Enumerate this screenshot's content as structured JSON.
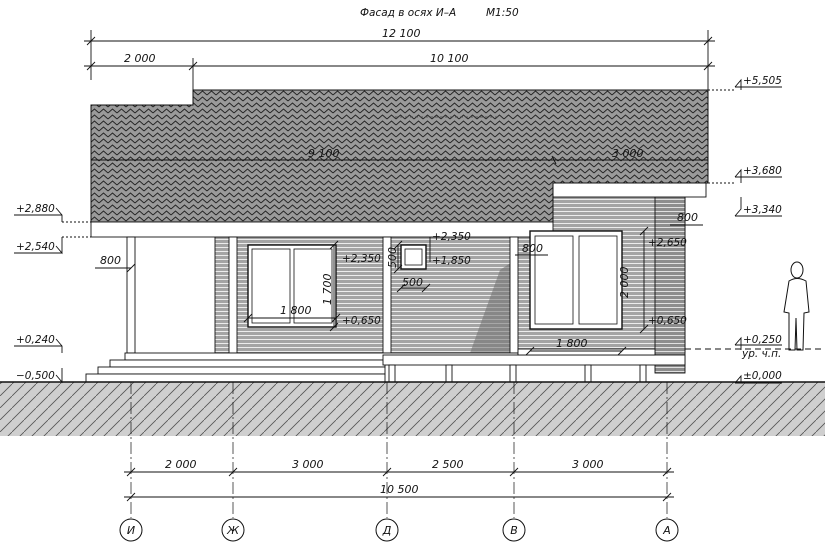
{
  "title": "Фасад в осях И–А",
  "scale": "М1:50",
  "top_dims": {
    "overall": "12 100",
    "left": "2 000",
    "right": "10 100"
  },
  "roof_dims": {
    "main": "9 100",
    "right": "3 000"
  },
  "right_levels": {
    "l1": "+5,505",
    "l2": "+3,680",
    "l3": "+3,340",
    "l4": "+0,250",
    "l5": "±0,000",
    "floor_note": "ур. ч.п."
  },
  "left_levels": {
    "l1": "+2,880",
    "l2": "+2,540",
    "l3": "+0,240",
    "l4": "−0,500"
  },
  "facade_dims": {
    "post_offset_left": "800",
    "win1_top": "+2,350",
    "win1_height": "1 700",
    "win1_width": "1 800",
    "win1_bottom": "+0,650",
    "small_top_left": "+2,350",
    "small_h": "500",
    "small_top": "+2,350",
    "small_bottom": "+1,850",
    "small_w": "500",
    "offset_right": "800",
    "eave_offset": "800",
    "win2_top": "+2,650",
    "win2_height": "2 000",
    "win2_width": "1 800",
    "win2_bottom": "+0,650"
  },
  "bottom_dims": {
    "seg1": "2 000",
    "seg2": "3 000",
    "seg3": "2 500",
    "seg4": "3 000",
    "overall": "10 500"
  },
  "axes": [
    "И",
    "Ж",
    "Д",
    "В",
    "А"
  ]
}
